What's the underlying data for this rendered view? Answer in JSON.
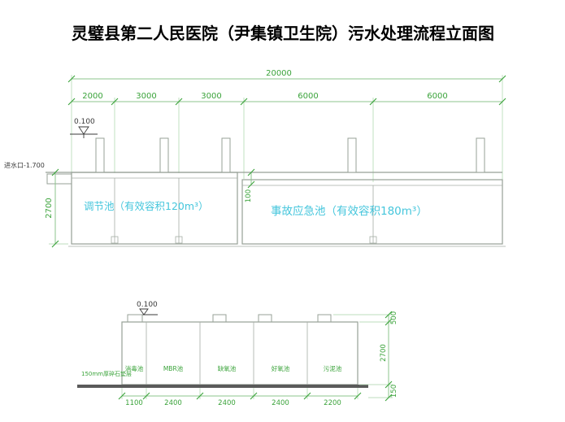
{
  "title": "灵璧县第二人民医院（尹集镇卫生院）污水处理流程立面图",
  "colors": {
    "dimension_text": "#3aa33a",
    "dimension_line": "#8cc48c",
    "tank_outline": "#97a197",
    "tank_name_cyan": "#45c6dc",
    "annotation_dark": "#3a3a3a"
  },
  "top_view": {
    "total_dim": "20000",
    "segment_dims": [
      "2000",
      "3000",
      "3000",
      "6000",
      "6000"
    ],
    "level": "0.100",
    "inlet": "进水口-1.700",
    "height_dim": "2700",
    "step_dim": "100",
    "tank1": "调节池（有效容积120m³）",
    "tank2": "事故应急池（有效容积180m³）"
  },
  "bottom_view": {
    "level": "0.100",
    "note": "150mm厚碎石垫层",
    "tanks": [
      "消毒池",
      "MBR池",
      "缺氧池",
      "好氧池",
      "污泥池"
    ],
    "width_dims": [
      "1100",
      "2400",
      "2400",
      "2400",
      "2200"
    ],
    "height_dims": [
      "500",
      "2700",
      "150"
    ]
  }
}
